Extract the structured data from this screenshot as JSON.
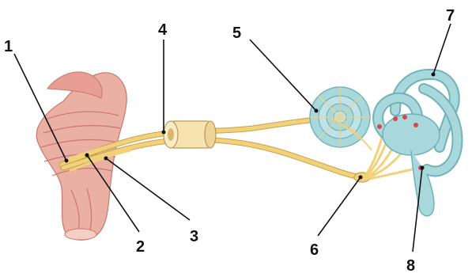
{
  "diagram": {
    "callouts": [
      {
        "id": "1",
        "label": "1"
      },
      {
        "id": "2",
        "label": "2"
      },
      {
        "id": "3",
        "label": "3"
      },
      {
        "id": "4",
        "label": "4"
      },
      {
        "id": "5",
        "label": "5"
      },
      {
        "id": "6",
        "label": "6"
      },
      {
        "id": "7",
        "label": "7"
      },
      {
        "id": "8",
        "label": "8"
      }
    ],
    "colors": {
      "brainstem": "#eab0a4",
      "brainstem_shade": "#c9786c",
      "nerve": "#f1d27a",
      "nerve_dark": "#c9a24a",
      "labyrinth": "#a9d8dc",
      "labyrinth_dark": "#6fb3ba",
      "hair_cell_red": "#d8454a",
      "leader_line": "#111111"
    }
  }
}
